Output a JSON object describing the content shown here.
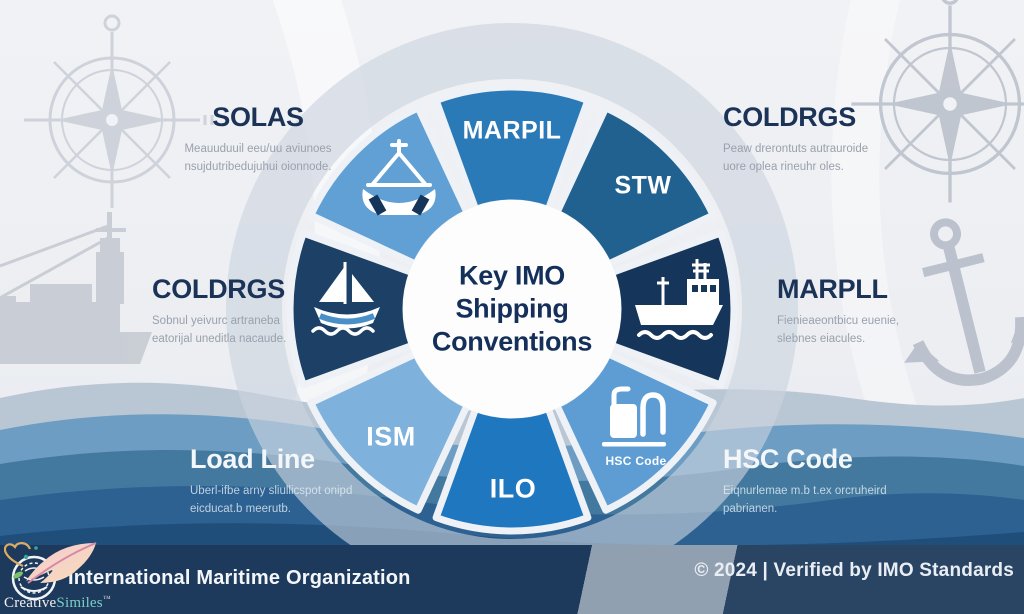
{
  "center": {
    "line1": "Key IMO",
    "line2": "Shipping",
    "line3": "Conventions"
  },
  "wheel": {
    "segments": [
      {
        "name": "marpil",
        "label": "MARPIL",
        "color": "#2b7ab8",
        "icon": ""
      },
      {
        "name": "stw",
        "label": "STW",
        "color": "#20618f",
        "icon": ""
      },
      {
        "name": "cargo-ship",
        "label": "",
        "color": "#15355b",
        "icon": "cargo-ship-icon"
      },
      {
        "name": "hsc",
        "label": "HSC Code",
        "color": "#5d9dd4",
        "icon": "fuel-pump-icon"
      },
      {
        "name": "ilo",
        "label": "ILO",
        "color": "#1e77bf",
        "icon": ""
      },
      {
        "name": "ism",
        "label": "ISM",
        "color": "#7eb1db",
        "icon": ""
      },
      {
        "name": "colregs",
        "label": "",
        "color": "#1c4066",
        "icon": "sailboat-icon"
      },
      {
        "name": "solas",
        "label": "",
        "color": "#61a0d5",
        "icon": "lifeboat-davit-icon"
      }
    ]
  },
  "callouts": {
    "solas": {
      "title": "SOLAS",
      "desc1": "Meauuduuil eeu/uu aviunoes",
      "desc2": "nsujdutribedujuhui oionnode."
    },
    "coldrgs_top": {
      "title": "COLDRGS",
      "desc1": "Peaw drerontuts autrauroide",
      "desc2": "uore oplea rineuhr oles."
    },
    "coldrgs_left": {
      "title": "COLDRGS",
      "desc1": "Sobnul yeivurc artraneba",
      "desc2": "eatorijal uneditla nacaude."
    },
    "marpll": {
      "title": "MARPLL",
      "desc1": "Fienieaeontbicu euenie,",
      "desc2": "slebnes eiacules."
    },
    "load_line": {
      "title": "Load Line",
      "desc1": "Uberl-ifbe arny sliullicspot onipd",
      "desc2": "eicducat.b meerutb."
    },
    "hsc_code": {
      "title": "HSC Code",
      "desc1": "Eiqnurlemae m.b t.ex orcruheird",
      "desc2": "pabrianen."
    }
  },
  "footer": {
    "organization": "International Maritime Organization",
    "copyright": "© 2024 | Verified by IMO Standards"
  },
  "watermark": {
    "part1": "Creative",
    "part2": "Similes",
    "mark": "™"
  },
  "colors": {
    "navy_text": "#1c3358",
    "footer_bg": "#1d3a5d",
    "wedge_gap": "#eef1f6",
    "hub_fill": "#fdfdfe",
    "wave_light": "#b9c7d4",
    "wave_mid": "#6d9dc2",
    "wave_deep1": "#44799f",
    "wave_deep2": "#2c6191",
    "wave_darkest": "#1f4e7b",
    "watermark_teal": "#7bcfc5"
  }
}
